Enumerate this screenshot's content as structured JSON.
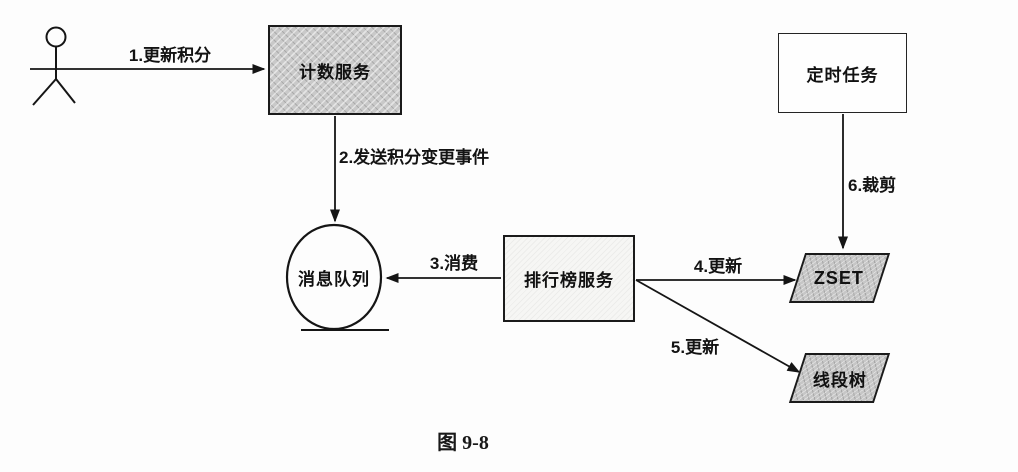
{
  "figure": {
    "caption": "图 9-8",
    "type": "architecture-flow-diagram"
  },
  "nodes": {
    "actor": "",
    "counting_service": "计数服务",
    "message_queue": "消息队列",
    "leaderboard_service": "排行榜服务",
    "scheduled_task": "定时任务",
    "zset": "ZSET",
    "segment_tree": "线段树"
  },
  "edges": [
    {
      "label": "1.更新积分",
      "from": "actor",
      "to": "counting_service"
    },
    {
      "label": "2.发送积分变更事件",
      "from": "counting_service",
      "to": "message_queue"
    },
    {
      "label": "3.消费",
      "from": "leaderboard_service",
      "to": "message_queue"
    },
    {
      "label": "4.更新",
      "from": "leaderboard_service",
      "to": "zset"
    },
    {
      "label": "5.更新",
      "from": "leaderboard_service",
      "to": "segment_tree"
    },
    {
      "label": "6.裁剪",
      "from": "scheduled_task",
      "to": "zset"
    }
  ],
  "colors": {
    "line": "#151515",
    "node_fill_gray": "#c9c9c9",
    "node_fill_light": "#f6f6f4",
    "node_fill_white": "#fefefe",
    "background": "#fdfdfd"
  }
}
